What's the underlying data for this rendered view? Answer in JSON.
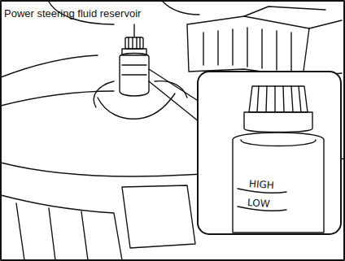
{
  "diagram": {
    "labels": [
      "Power steering fluid reservoir",
      "HIGH",
      "LOW"
    ]
  }
}
